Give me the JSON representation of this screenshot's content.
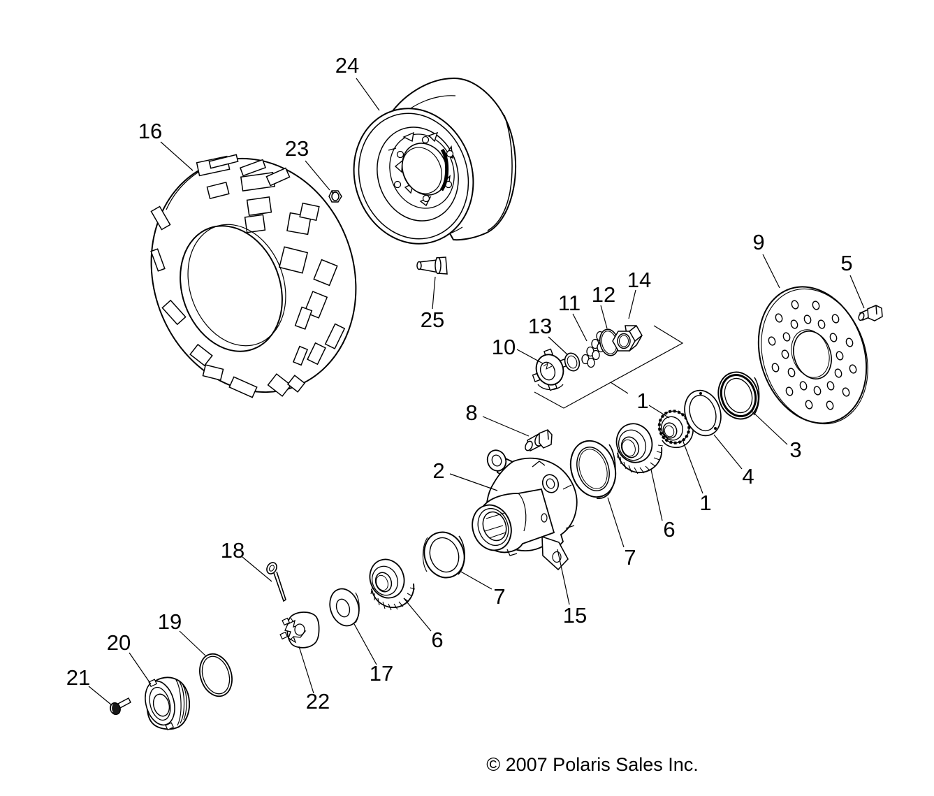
{
  "footer": {
    "copyright": "© 2007 Polaris Sales Inc."
  },
  "labels": {
    "l1a": "1",
    "l1b": "1",
    "l2": "2",
    "l3": "3",
    "l4": "4",
    "l5": "5",
    "l6a": "6",
    "l6b": "6",
    "l7a": "7",
    "l7b": "7",
    "l8": "8",
    "l9": "9",
    "l10": "10",
    "l11": "11",
    "l12": "12",
    "l13": "13",
    "l14": "14",
    "l15": "15",
    "l16": "16",
    "l17": "17",
    "l18": "18",
    "l19": "19",
    "l20": "20",
    "l21": "21",
    "l22": "22",
    "l23": "23",
    "l24": "24",
    "l25": "25"
  }
}
